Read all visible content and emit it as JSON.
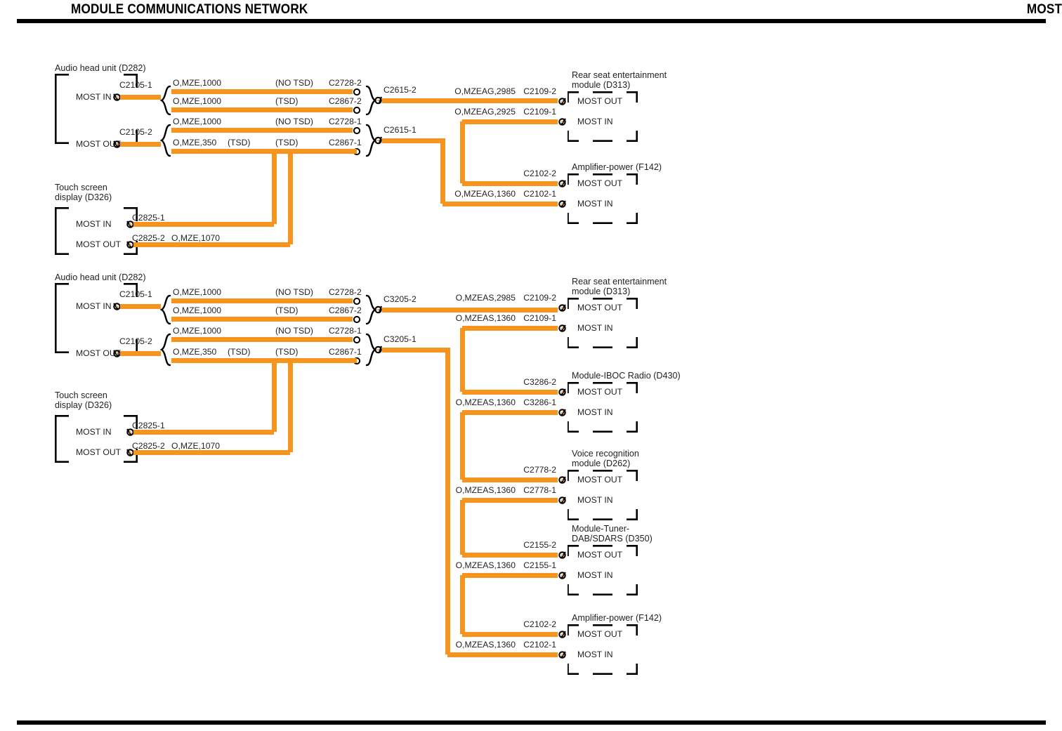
{
  "header": {
    "title": "MODULE COMMUNICATIONS NETWORK",
    "subtitle": "MOST"
  },
  "colors": {
    "wire_orange": "#F7941E",
    "ink": "#231f20",
    "rule": "#000000"
  },
  "sections": [
    {
      "id": "upper",
      "source": {
        "name": "Audio head unit (D282)",
        "ports": [
          {
            "label": "MOST IN",
            "connector": "C2105-1"
          },
          {
            "label": "MOST OUT",
            "connector": "C2105-2"
          }
        ]
      },
      "display": {
        "name_line1": "Touch screen",
        "name_line2": "display (D326)",
        "ports": [
          {
            "label": "MOST IN",
            "connector": "C2825-1",
            "wire": ""
          },
          {
            "label": "MOST OUT",
            "connector": "C2825-2",
            "wire": "O,MZE,1070"
          }
        ]
      },
      "harness_rows": [
        {
          "wire": "O,MZE,1000",
          "tsd_left": "",
          "tsd_right": "(NO TSD)",
          "connector": "C2728-2"
        },
        {
          "wire": "O,MZE,1000",
          "tsd_left": "",
          "tsd_right": "(TSD)",
          "connector": "C2867-2"
        },
        {
          "wire": "O,MZE,1000",
          "tsd_left": "",
          "tsd_right": "(NO TSD)",
          "connector": "C2728-1"
        },
        {
          "wire": "O,MZE,350",
          "tsd_left": "(TSD)",
          "tsd_right": "(TSD)",
          "connector": "C2867-1"
        }
      ],
      "mid_connectors": [
        "C2615-2",
        "C2615-1"
      ],
      "modules": [
        {
          "name_line1": "Rear seat entertainment",
          "name_line2": "module (D313)",
          "ports": [
            {
              "label": "MOST OUT",
              "connector": "C2109-2",
              "wire": "O,MZEAG,2985"
            },
            {
              "label": "MOST IN",
              "connector": "C2109-1",
              "wire": "O,MZEAG,2925"
            }
          ]
        },
        {
          "name_line1": "Amplifier-power (F142)",
          "name_line2": "",
          "ports": [
            {
              "label": "MOST OUT",
              "connector": "C2102-2",
              "wire": ""
            },
            {
              "label": "MOST IN",
              "connector": "C2102-1",
              "wire": "O,MZEAG,1360"
            }
          ]
        }
      ]
    },
    {
      "id": "lower",
      "source": {
        "name": "Audio head unit (D282)",
        "ports": [
          {
            "label": "MOST IN",
            "connector": "C2105-1"
          },
          {
            "label": "MOST OUT",
            "connector": "C2105-2"
          }
        ]
      },
      "display": {
        "name_line1": "Touch screen",
        "name_line2": "display (D326)",
        "ports": [
          {
            "label": "MOST IN",
            "connector": "C2825-1",
            "wire": ""
          },
          {
            "label": "MOST OUT",
            "connector": "C2825-2",
            "wire": "O,MZE,1070"
          }
        ]
      },
      "harness_rows": [
        {
          "wire": "O,MZE,1000",
          "tsd_left": "",
          "tsd_right": "(NO TSD)",
          "connector": "C2728-2"
        },
        {
          "wire": "O,MZE,1000",
          "tsd_left": "",
          "tsd_right": "(TSD)",
          "connector": "C2867-2"
        },
        {
          "wire": "O,MZE,1000",
          "tsd_left": "",
          "tsd_right": "(NO TSD)",
          "connector": "C2728-1"
        },
        {
          "wire": "O,MZE,350",
          "tsd_left": "(TSD)",
          "tsd_right": "(TSD)",
          "connector": "C2867-1"
        }
      ],
      "mid_connectors": [
        "C3205-2",
        "C3205-1"
      ],
      "modules": [
        {
          "name_line1": "Rear seat entertainment",
          "name_line2": "module (D313)",
          "ports": [
            {
              "label": "MOST OUT",
              "connector": "C2109-2",
              "wire": "O,MZEAS,2985"
            },
            {
              "label": "MOST IN",
              "connector": "C2109-1",
              "wire": "O,MZEAS,1360"
            }
          ]
        },
        {
          "name_line1": "Module-IBOC Radio (D430)",
          "name_line2": "",
          "ports": [
            {
              "label": "MOST OUT",
              "connector": "C3286-2",
              "wire": ""
            },
            {
              "label": "MOST IN",
              "connector": "C3286-1",
              "wire": "O,MZEAS,1360"
            }
          ]
        },
        {
          "name_line1": "Voice recognition",
          "name_line2": "module (D262)",
          "ports": [
            {
              "label": "MOST OUT",
              "connector": "C2778-2",
              "wire": ""
            },
            {
              "label": "MOST IN",
              "connector": "C2778-1",
              "wire": "O,MZEAS,1360"
            }
          ]
        },
        {
          "name_line1": "Module-Tuner-",
          "name_line2": "DAB/SDARS (D350)",
          "ports": [
            {
              "label": "MOST OUT",
              "connector": "C2155-2",
              "wire": ""
            },
            {
              "label": "MOST IN",
              "connector": "C2155-1",
              "wire": "O,MZEAS,1360"
            }
          ]
        },
        {
          "name_line1": "Amplifier-power (F142)",
          "name_line2": "",
          "ports": [
            {
              "label": "MOST OUT",
              "connector": "C2102-2",
              "wire": ""
            },
            {
              "label": "MOST IN",
              "connector": "C2102-1",
              "wire": "O,MZEAS,1360"
            }
          ]
        }
      ]
    }
  ]
}
